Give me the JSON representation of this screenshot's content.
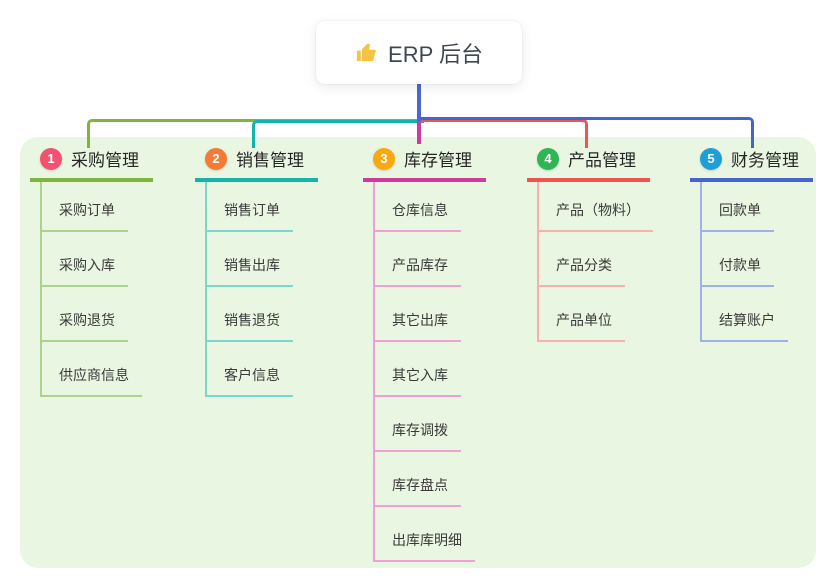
{
  "root": {
    "label": "ERP 后台",
    "icon": "thumbs-up-icon"
  },
  "branches": [
    {
      "number": "1",
      "title": "采购管理",
      "color": "#7eb63d",
      "light_color": "#abd38b",
      "badge_color": "#f25172",
      "children": [
        "采购订单",
        "采购入库",
        "采购退货",
        "供应商信息"
      ]
    },
    {
      "number": "2",
      "title": "销售管理",
      "color": "#14b4ab",
      "light_color": "#7cd6cf",
      "badge_color": "#f47b35",
      "children": [
        "销售订单",
        "销售出库",
        "销售退货",
        "客户信息"
      ]
    },
    {
      "number": "3",
      "title": "库存管理",
      "color": "#cf3a9e",
      "light_color": "#efa0d4",
      "badge_color": "#f8a912",
      "children": [
        "仓库信息",
        "产品库存",
        "其它出库",
        "其它入库",
        "库存调拨",
        "库存盘点",
        "出库库明细"
      ]
    },
    {
      "number": "4",
      "title": "产品管理",
      "color": "#f05451",
      "light_color": "#f8b1ac",
      "badge_color": "#2fb456",
      "children": [
        "产品（物料）",
        "产品分类",
        "产品单位"
      ]
    },
    {
      "number": "5",
      "title": "财务管理",
      "color": "#4565cd",
      "light_color": "#9fb2e8",
      "badge_color": "#1e9fd8",
      "children": [
        "回款单",
        "付款单",
        "结算账户"
      ]
    }
  ],
  "colors": {
    "page_bg": "#ffffff",
    "canvas_bg": "#e9f6e2",
    "root_connector": "#4a68cf",
    "root_text": "#3d4852",
    "thumb_icon": "#f6c344"
  }
}
